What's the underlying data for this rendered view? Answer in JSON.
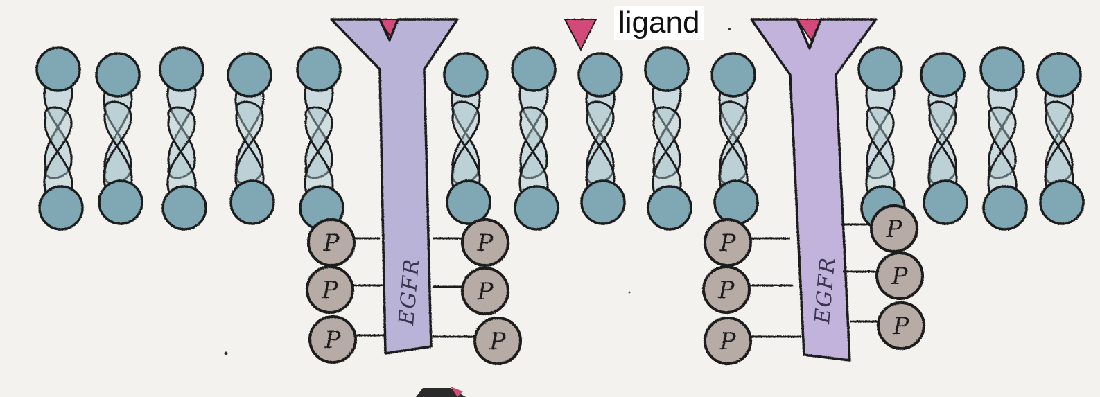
{
  "label": {
    "ligand": "ligand"
  },
  "receptors": [
    {
      "name": "EGFR",
      "text": "EGFR",
      "phosphates": [
        "P",
        "P",
        "P",
        "P",
        "P",
        "P"
      ]
    },
    {
      "name": "EGFR",
      "text": "EGFR",
      "phosphates": [
        "P",
        "P",
        "P",
        "P",
        "P",
        "P"
      ]
    }
  ],
  "colors": {
    "background": "#f3f2ef",
    "lipid_head": "#7fa8b4",
    "lipid_tail": "#a9c6cf",
    "receptor": "#b9b3d8",
    "ligand": "#d24a7a",
    "phosphate": "#b7aba6",
    "outline": "#1b1b1b"
  }
}
